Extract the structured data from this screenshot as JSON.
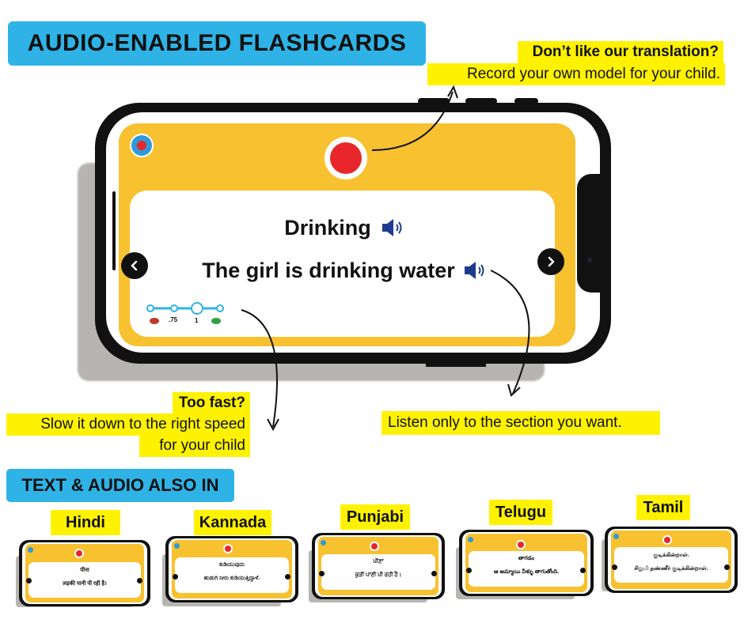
{
  "header": {
    "title": "AUDIO-ENABLED FLASHCARDS"
  },
  "callouts": {
    "record_title": "Don’t like our translation?",
    "record_body": "Record your own model for your child.",
    "speed_title": "Too fast?",
    "speed_body_1": "Slow it down to the right speed",
    "speed_body_2": "for your child",
    "listen_body": "Listen only to the section you want."
  },
  "flashcard": {
    "word": "Drinking",
    "sentence": "The girl is drinking water",
    "speed_labels": [
      ".75",
      "1"
    ]
  },
  "languages": {
    "title": "TEXT & AUDIO ALSO  IN",
    "items": [
      {
        "name": "Hindi",
        "word": "पीना",
        "sentence": "लड़की पानी पी रही है।"
      },
      {
        "name": "Kannada",
        "word": "ಕುಡಿಯುವುದು",
        "sentence": "ಹುಡುಗಿ ನೀರು ಕುಡಿಯುತ್ತಿದ್ದಾಳೆ."
      },
      {
        "name": "Punjabi",
        "word": "ਪੀਣਾ",
        "sentence": "ਕੁੜੀ ਪਾਣੀ ਪੀ ਰਹੀ ਹੈ।"
      },
      {
        "name": "Telugu",
        "word": "తాగడం",
        "sentence": "ఆ అమ్మాయి నీళ్ళు తాగుతోంది."
      },
      {
        "name": "Tamil",
        "word": "குடிக்கின்றாள்.",
        "sentence": "சிறுமி தண்ணீர் குடிக்கின்றாள்."
      }
    ]
  },
  "colors": {
    "banner": "#2fb3e6",
    "highlight": "#fff200",
    "card": "#f7c12f",
    "record": "#e8262b",
    "speaker": "#1d3c8f"
  }
}
